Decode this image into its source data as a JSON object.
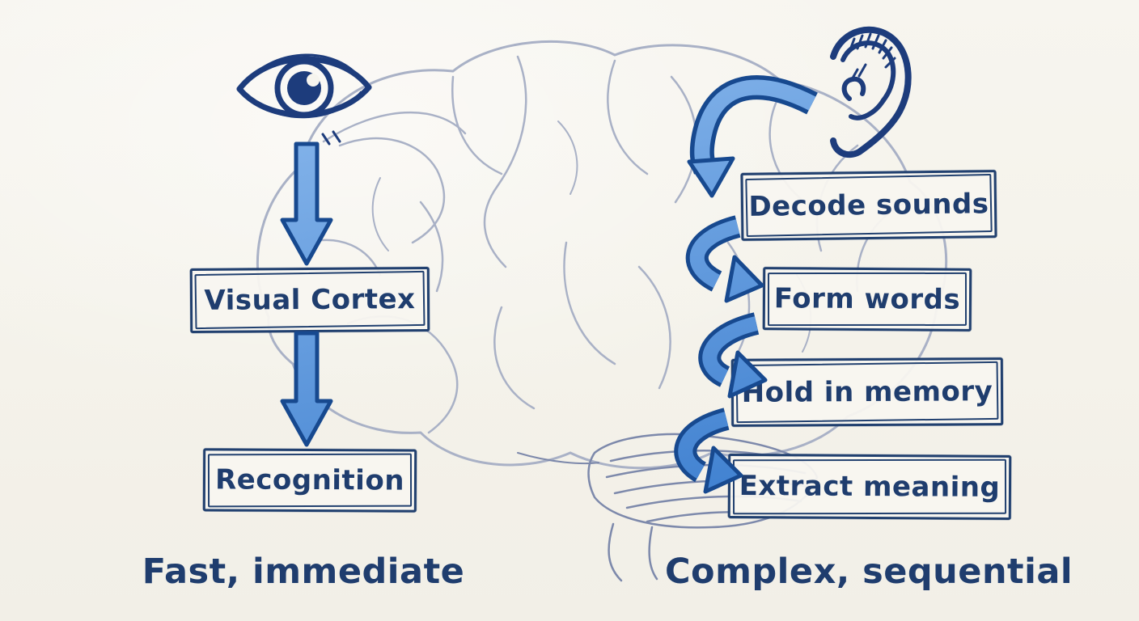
{
  "diagram": {
    "theme": "hand-drawn brain sketch comparing visual and auditory processing",
    "colors": {
      "paper": "#f5f3ec",
      "ink_navy": "#1f3d6e",
      "arrow_fill_light": "#8ab8ec",
      "arrow_fill_dark": "#3578c9",
      "arrow_outline": "#17498f",
      "brain_line": "#a9b1c6",
      "brain_line_dark": "#7d89ab"
    }
  },
  "left_path": {
    "icon": "eye-icon",
    "boxes": [
      {
        "label": "Visual Cortex"
      },
      {
        "label": "Recognition"
      }
    ],
    "caption": "Fast, immediate"
  },
  "right_path": {
    "icon": "ear-icon",
    "boxes": [
      {
        "label": "Decode sounds"
      },
      {
        "label": "Form words"
      },
      {
        "label": "Hold in memory"
      },
      {
        "label": "Extract meaning"
      }
    ],
    "caption": "Complex, sequential"
  }
}
